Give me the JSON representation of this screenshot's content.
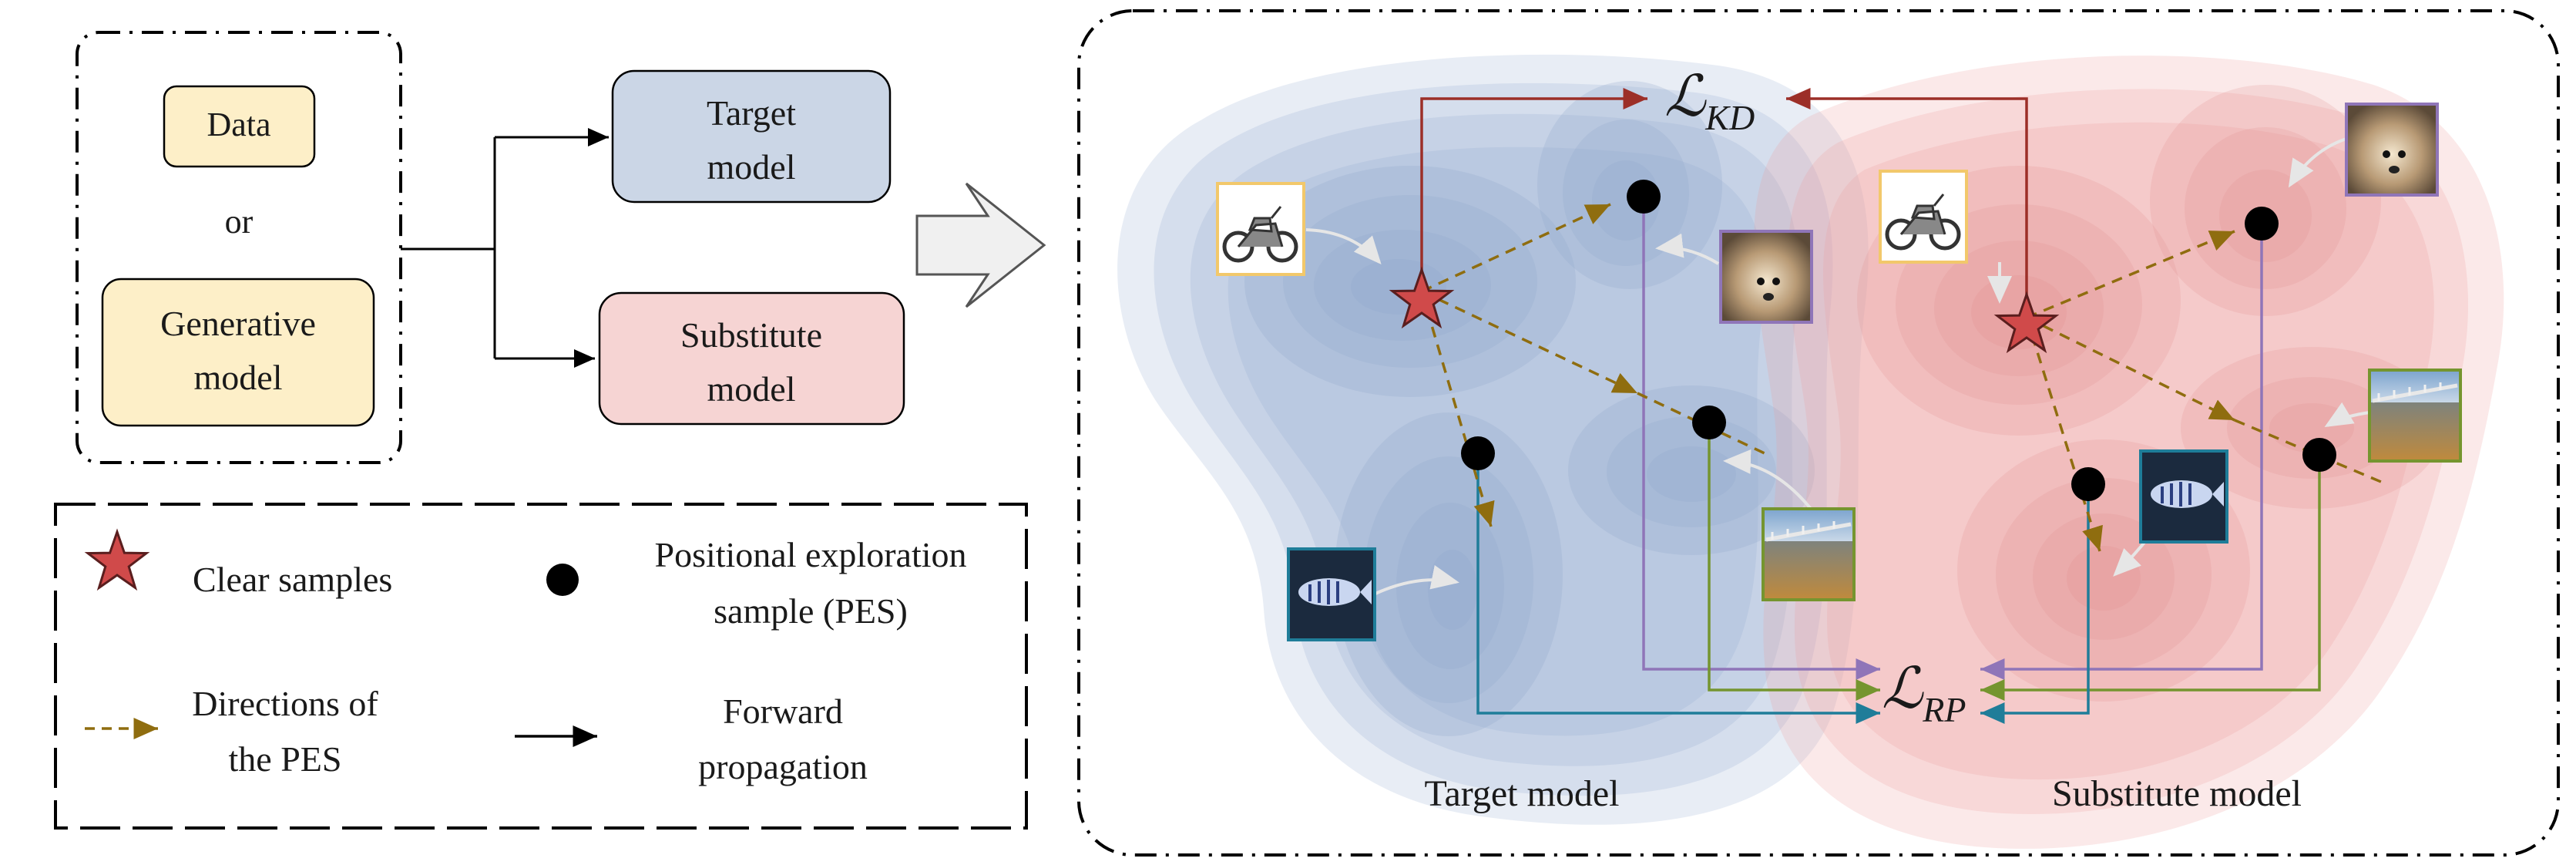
{
  "source_box": {
    "data_label": "Data",
    "or_label": "or",
    "generative_label_line1": "Generative",
    "generative_label_line2": "model"
  },
  "models": {
    "target_line1": "Target",
    "target_line2": "model",
    "substitute_line1": "Substitute",
    "substitute_line2": "model"
  },
  "legend": {
    "clear_samples": "Clear samples",
    "pes_line1": "Positional exploration",
    "pes_line2": "sample (PES)",
    "directions_line1": "Directions of",
    "directions_line2": "the PES",
    "forward_line1": "Forward",
    "forward_line2": "propagation"
  },
  "panel": {
    "target_region_label": "Target model",
    "substitute_region_label": "Substitute model",
    "loss_kd_main": "ℒ",
    "loss_kd_sub": "KD",
    "loss_rp_main": "ℒ",
    "loss_rp_sub": "RP"
  },
  "thumbnails": [
    {
      "name": "motorcycle-thumbnail",
      "subject": "motorcycle"
    },
    {
      "name": "hedgehog-thumbnail",
      "subject": "hedgehog"
    },
    {
      "name": "bridge-thumbnail",
      "subject": "bridge"
    },
    {
      "name": "fish-thumbnail",
      "subject": "fish"
    }
  ],
  "colors": {
    "target_region": "#8ea6cc",
    "substitute_region": "#ec9a9a",
    "data_box": "#fdefc8",
    "target_box": "#cbd6e6",
    "substitute_box": "#f6d4d3",
    "kd_line": "#9c2f28",
    "pes_direction": "#8f6d0f",
    "purple_line": "#8f75b8",
    "olive_line": "#75952f",
    "teal_line": "#1f7d99",
    "star": "#d04a4a"
  }
}
